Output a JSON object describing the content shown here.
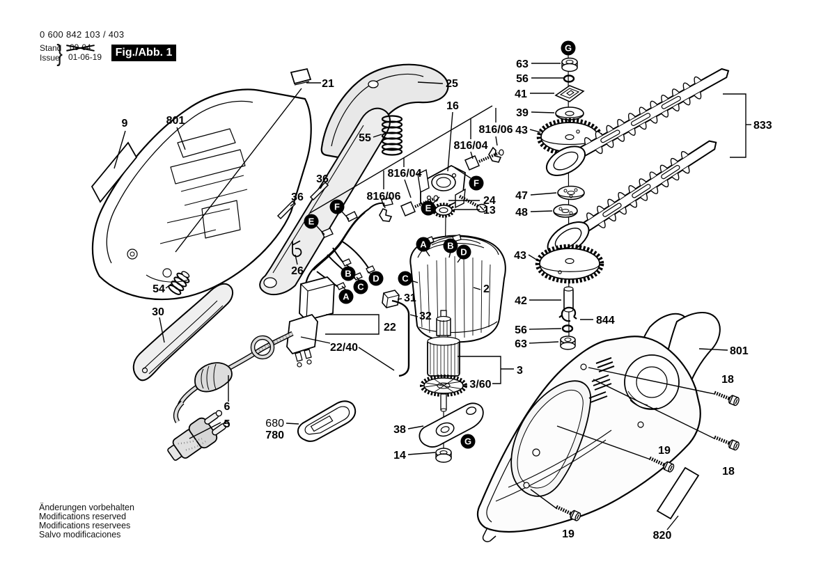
{
  "header": {
    "part_number": "0 600 842 103 / 403",
    "stand_label": "Stand",
    "issue_label": "Issue",
    "brace": "}",
    "superseded_date": "09-04",
    "issue_date": "01-06-19",
    "figure_label": "Fig./Abb. 1"
  },
  "footer": {
    "line1": "Änderungen vorbehalten",
    "line2": "Modifications reserved",
    "line3": "Modifications reservees",
    "line4": "Salvo modificaciones"
  },
  "parts": {
    "p2": "2",
    "p3": "3",
    "p3_60": "3/60",
    "p5": "5",
    "p6": "6",
    "p9": "9",
    "p13": "13",
    "p14": "14",
    "p16": "16",
    "p18": "18",
    "p19": "19",
    "p21": "21",
    "p22": "22",
    "p22_40": "22/40",
    "p24": "24",
    "p25": "25",
    "p26": "26",
    "p30": "30",
    "p31": "31",
    "p32": "32",
    "p36": "36",
    "p38": "38",
    "p39": "39",
    "p41": "41",
    "p42": "42",
    "p43": "43",
    "p47": "47",
    "p48": "48",
    "p54": "54",
    "p55": "55",
    "p56": "56",
    "p63": "63",
    "p680": "680",
    "p780": "780",
    "p801": "801",
    "p816_04": "816/04",
    "p816_06": "816/06",
    "p820": "820",
    "p833": "833",
    "p844": "844"
  },
  "letters": {
    "A": "A",
    "B": "B",
    "C": "C",
    "D": "D",
    "E": "E",
    "F": "F",
    "G": "G"
  }
}
